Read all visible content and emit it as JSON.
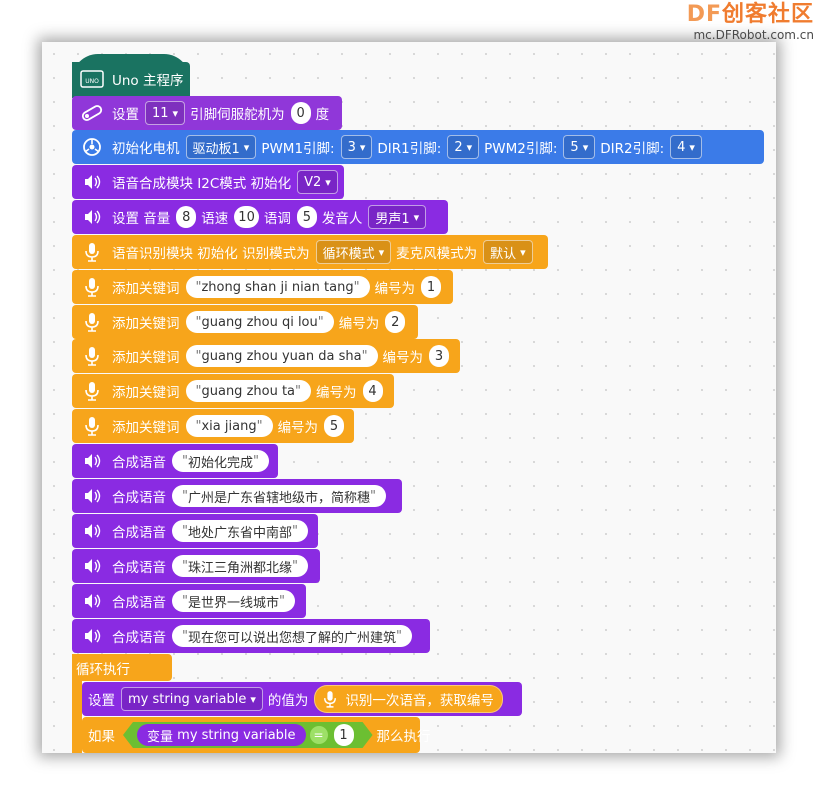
{
  "brand": {
    "prefix": "DF",
    "suffix": "创客社区",
    "url": "mc.DFRobot.com.cn"
  },
  "hat": {
    "label": "Uno 主程序",
    "chip": "UNO"
  },
  "servo": {
    "text1": "设置",
    "pin": "11",
    "text2": "引脚伺服舵机为",
    "angle": "0",
    "text3": "度"
  },
  "motor": {
    "text1": "初始化电机",
    "driver": "驱动板1",
    "pwm1": "PWM1引脚:",
    "pwm1_val": "3",
    "dir1": "DIR1引脚:",
    "dir1_val": "2",
    "pwm2": "PWM2引脚:",
    "pwm2_val": "5",
    "dir2": "DIR2引脚:",
    "dir2_val": "4"
  },
  "tts_init": {
    "text": "语音合成模块 I2C模式 初始化",
    "ver": "V2"
  },
  "tts_set": {
    "t1": "设置 音量",
    "v1": "8",
    "t2": "语速",
    "v2": "10",
    "t3": "语调",
    "v3": "5",
    "t4": "发音人",
    "voice": "男声1"
  },
  "asr_init": {
    "t1": "语音识别模块 初始化 识别模式为",
    "mode": "循环模式",
    "t2": "麦克风模式为",
    "mic": "默认"
  },
  "keywords": [
    {
      "label": "添加关键词",
      "word": "zhong shan ji nian tang",
      "tag": "编号为",
      "id": "1"
    },
    {
      "label": "添加关键词",
      "word": "guang zhou qi lou",
      "tag": "编号为",
      "id": "2"
    },
    {
      "label": "添加关键词",
      "word": "guang zhou yuan da sha",
      "tag": "编号为",
      "id": "3"
    },
    {
      "label": "添加关键词",
      "word": "guang zhou ta",
      "tag": "编号为",
      "id": "4"
    },
    {
      "label": "添加关键词",
      "word": "xia jiang",
      "tag": "编号为",
      "id": "5"
    }
  ],
  "speeches": [
    {
      "label": "合成语音",
      "text": "初始化完成"
    },
    {
      "label": "合成语音",
      "text": "广州是广东省辖地级市，简称穗"
    },
    {
      "label": "合成语音",
      "text": "地处广东省中南部"
    },
    {
      "label": "合成语音",
      "text": "珠江三角洲都北缘"
    },
    {
      "label": "合成语音",
      "text": "是世界一线城市"
    },
    {
      "label": "合成语音",
      "text": "现在您可以说出您想了解的广州建筑"
    }
  ],
  "loop": {
    "label": "循环执行"
  },
  "setvar": {
    "t1": "设置",
    "var": "my string variable",
    "t2": "的值为",
    "fn": "识别一次语音，获取编号"
  },
  "ifblk": {
    "t1": "如果",
    "var_t": "变量",
    "var": "my string variable",
    "eq": "=",
    "val": "1",
    "t2": "那么执行"
  }
}
